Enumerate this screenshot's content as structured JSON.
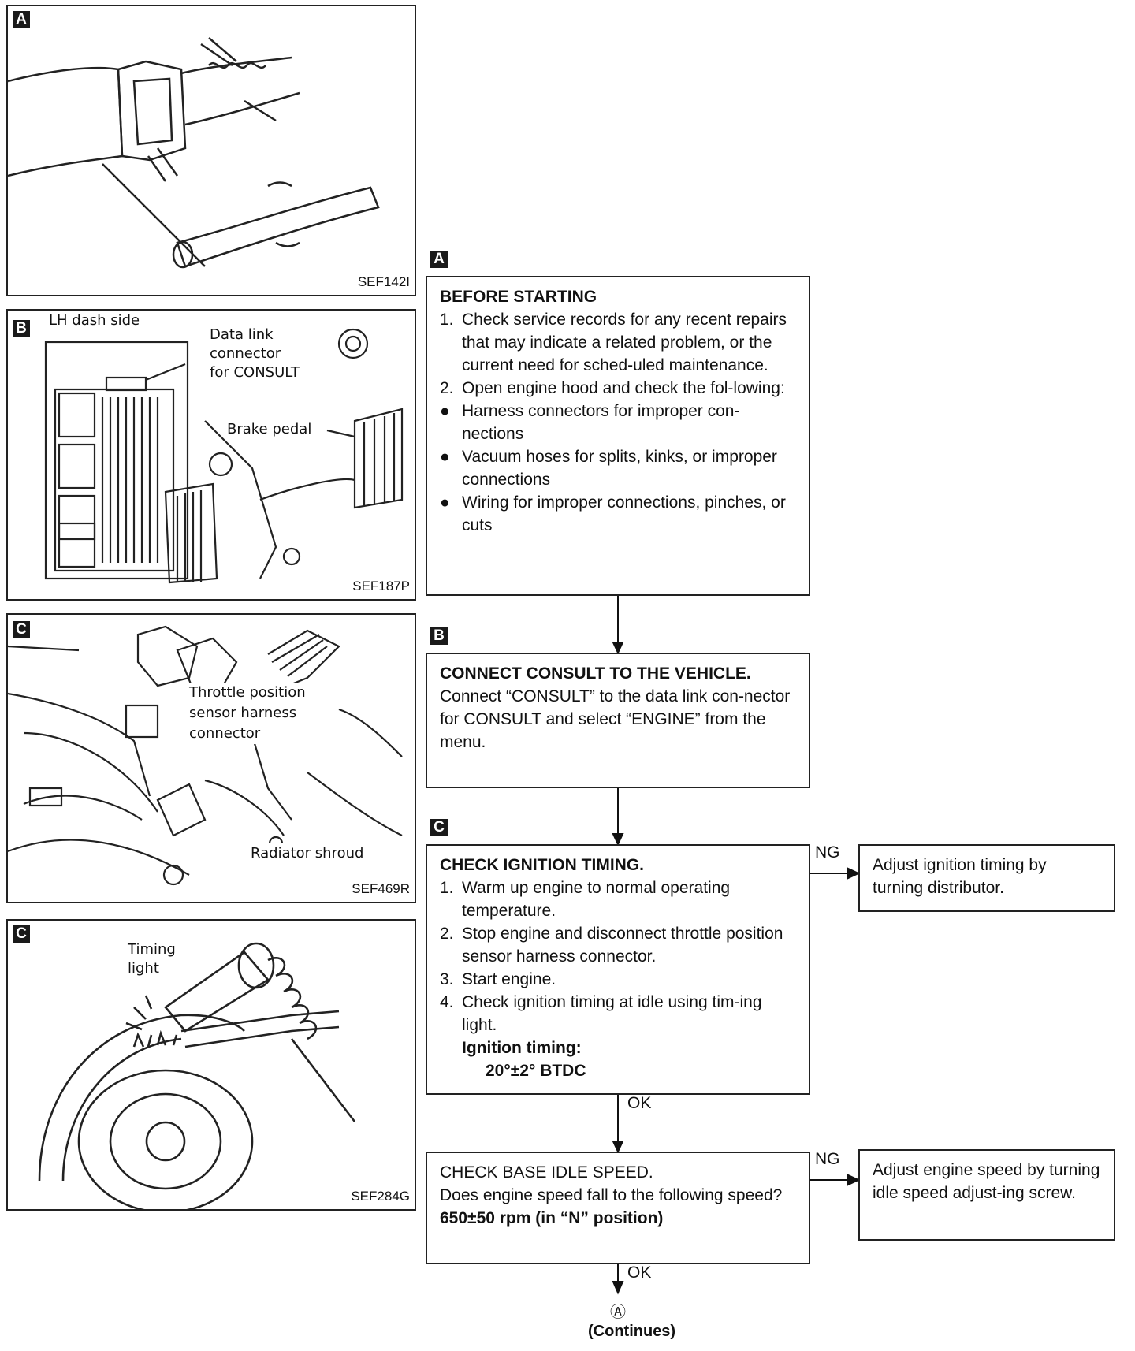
{
  "panels": {
    "a": {
      "tag": "A",
      "code": "SEF142I"
    },
    "b": {
      "tag": "B",
      "code": "SEF187P",
      "labels": {
        "lh_dash": "LH dash side",
        "dlc1": "Data link",
        "dlc2": "connector",
        "dlc3": "for CONSULT",
        "brake": "Brake pedal"
      }
    },
    "c1": {
      "tag": "C",
      "code": "SEF469R",
      "labels": {
        "tps1": "Throttle position",
        "tps2": "sensor harness",
        "tps3": "connector",
        "radiator": "Radiator shroud"
      }
    },
    "c2": {
      "tag": "C",
      "code": "SEF284G",
      "labels": {
        "timing1": "Timing",
        "timing2": "light"
      }
    }
  },
  "flow": {
    "step_a": {
      "tag": "A",
      "title": "BEFORE STARTING",
      "items": [
        {
          "n": "1.",
          "text": "Check service records for any recent repairs that may indicate a related problem, or the current need for sched-uled maintenance."
        },
        {
          "n": "2.",
          "text": "Open engine hood and check the fol-lowing:"
        },
        {
          "n": "●",
          "text": "Harness connectors for improper con-nections"
        },
        {
          "n": "●",
          "text": "Vacuum hoses for splits, kinks, or improper connections"
        },
        {
          "n": "●",
          "text": "Wiring for improper connections, pinches, or cuts"
        }
      ]
    },
    "step_b": {
      "tag": "B",
      "title": "CONNECT CONSULT TO THE VEHICLE.",
      "body": "Connect “CONSULT” to the data link con-nector for CONSULT and select “ENGINE” from the menu."
    },
    "step_c": {
      "tag": "C",
      "title": "CHECK IGNITION TIMING.",
      "items": [
        {
          "n": "1.",
          "text": "Warm up engine to normal operating temperature."
        },
        {
          "n": "2.",
          "text": "Stop engine and disconnect throttle position sensor harness connector."
        },
        {
          "n": "3.",
          "text": "Start engine."
        },
        {
          "n": "4.",
          "text": "Check ignition timing at idle using tim-ing light."
        }
      ],
      "spec_label": "Ignition timing:",
      "spec_value": "20°±2° BTDC",
      "ng_label": "NG",
      "ng_action": "Adjust ignition timing by turning distributor.",
      "ok_label": "OK"
    },
    "step_d": {
      "title": "CHECK BASE IDLE SPEED.",
      "body": "Does engine speed fall to the following speed?",
      "spec": "650±50 rpm (in “N” position)",
      "ng_label": "NG",
      "ng_action": "Adjust engine speed by turning idle speed adjust-ing screw.",
      "ok_label": "OK"
    },
    "connector": "Ⓐ",
    "continues": "(Continues)"
  }
}
